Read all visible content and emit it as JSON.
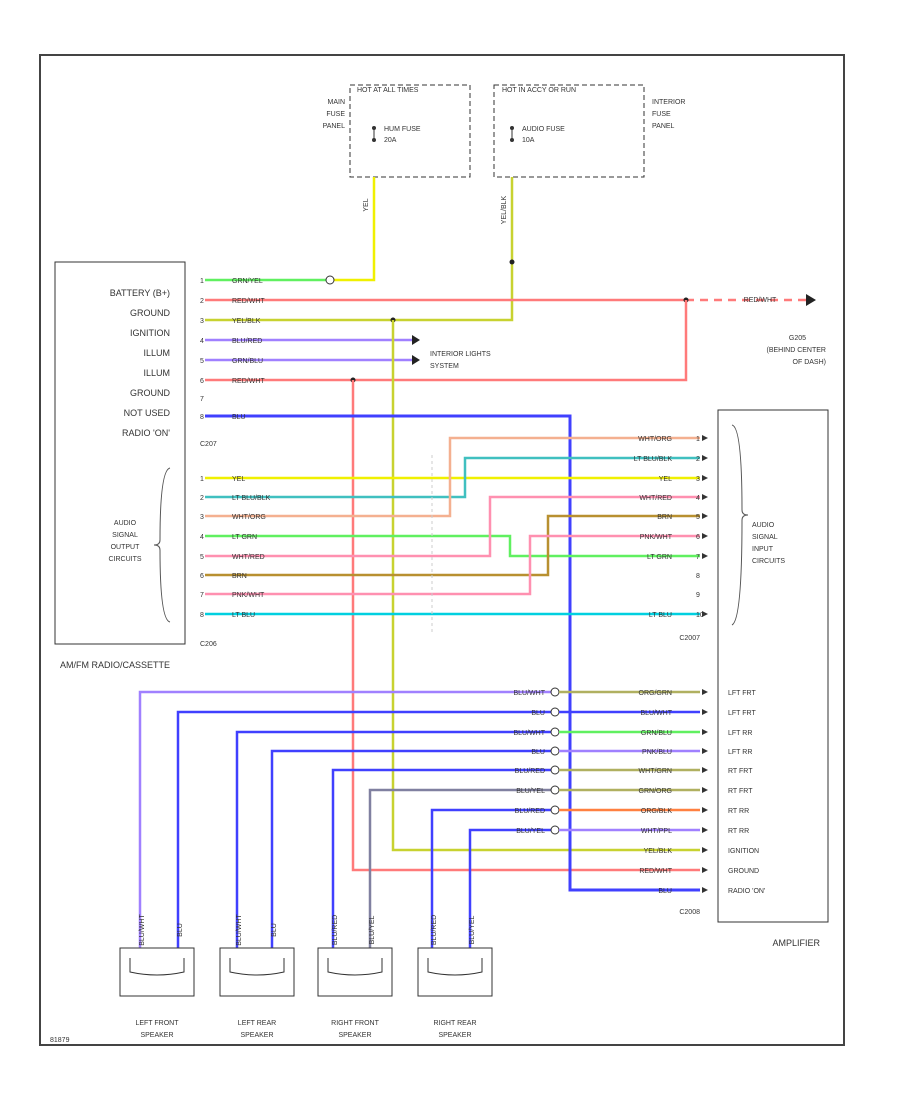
{
  "fuse_panels": [
    {
      "header": "HOT AT ALL TIMES",
      "side_label": [
        "MAIN",
        "FUSE",
        "PANEL"
      ],
      "fuse_name": "HUM FUSE",
      "fuse_rating": "20A",
      "wire": "YEL"
    },
    {
      "header": "HOT IN ACCY OR RUN",
      "side_label": [
        "INTERIOR",
        "FUSE",
        "PANEL"
      ],
      "fuse_name": "AUDIO FUSE",
      "fuse_rating": "10A",
      "wire": "YEL/BLK"
    }
  ],
  "radio": {
    "name": "AM/FM RADIO/CASSETTE",
    "power_labels": [
      "BATTERY (B+)",
      "GROUND",
      "IGNITION",
      "ILLUM",
      "ILLUM",
      "GROUND",
      "NOT USED",
      "RADIO 'ON'"
    ],
    "power_connector": "C207",
    "output_group_label": [
      "AUDIO",
      "SIGNAL",
      "OUTPUT",
      "CIRCUITS"
    ],
    "output_connector": "C206",
    "power_wires": [
      {
        "pin": "1",
        "color": "GRN/YEL"
      },
      {
        "pin": "2",
        "color": "RED/WHT"
      },
      {
        "pin": "3",
        "color": "YEL/BLK"
      },
      {
        "pin": "4",
        "color": "BLU/RED"
      },
      {
        "pin": "5",
        "color": "GRN/BLU"
      },
      {
        "pin": "6",
        "color": "RED/WHT"
      },
      {
        "pin": "7",
        "color": ""
      },
      {
        "pin": "8",
        "color": "BLU"
      }
    ],
    "output_wires": [
      {
        "pin": "1",
        "color": "YEL"
      },
      {
        "pin": "2",
        "color": "LT BLU/BLK"
      },
      {
        "pin": "3",
        "color": "WHT/ORG"
      },
      {
        "pin": "4",
        "color": "LT GRN"
      },
      {
        "pin": "5",
        "color": "WHT/RED"
      },
      {
        "pin": "6",
        "color": "BRN"
      },
      {
        "pin": "7",
        "color": "PNK/WHT"
      },
      {
        "pin": "8",
        "color": "LT BLU"
      }
    ]
  },
  "ground_ref": {
    "id": "G205",
    "location": [
      "(BEHIND CENTER",
      "OF DASH)"
    ],
    "wire": "RED/WHT"
  },
  "interior_lights": [
    "INTERIOR LIGHTS",
    "SYSTEM"
  ],
  "amplifier": {
    "name": "AMPLIFIER",
    "input_group_label": [
      "AUDIO",
      "SIGNAL",
      "INPUT",
      "CIRCUITS"
    ],
    "input_connector": "C2007",
    "input_wires": [
      {
        "pin": "1",
        "color": "WHT/ORG"
      },
      {
        "pin": "2",
        "color": "LT BLU/BLK"
      },
      {
        "pin": "3",
        "color": "YEL"
      },
      {
        "pin": "4",
        "color": "WHT/RED"
      },
      {
        "pin": "5",
        "color": "BRN"
      },
      {
        "pin": "6",
        "color": "PNK/WHT"
      },
      {
        "pin": "7",
        "color": "LT GRN"
      },
      {
        "pin": "8",
        "color": ""
      },
      {
        "pin": "9",
        "color": ""
      },
      {
        "pin": "10",
        "color": "LT BLU"
      }
    ],
    "output_labels": [
      "LFT FRT",
      "LFT FRT",
      "LFT RR",
      "LFT RR",
      "RT FRT",
      "RT FRT",
      "RT RR",
      "RT RR",
      "IGNITION",
      "GROUND",
      "RADIO 'ON'"
    ],
    "output_connector": "C2008",
    "output_wires": [
      {
        "speaker_color": "BLU/WHT",
        "amp_color": "ORG/GRN"
      },
      {
        "speaker_color": "BLU",
        "amp_color": "BLU/WHT"
      },
      {
        "speaker_color": "BLU/WHT",
        "amp_color": "GRN/BLU"
      },
      {
        "speaker_color": "BLU",
        "amp_color": "PNK/BLU"
      },
      {
        "speaker_color": "BLU/RED",
        "amp_color": "WHT/GRN"
      },
      {
        "speaker_color": "BLU/YEL",
        "amp_color": "GRN/ORG"
      },
      {
        "speaker_color": "BLU/RED",
        "amp_color": "ORG/BLK"
      },
      {
        "speaker_color": "BLU/YEL",
        "amp_color": "WHT/PPL"
      },
      {
        "speaker_color": "",
        "amp_color": "YEL/BLK"
      },
      {
        "speaker_color": "",
        "amp_color": "RED/WHT"
      },
      {
        "speaker_color": "",
        "amp_color": "BLU"
      }
    ]
  },
  "speakers": [
    {
      "line1": "LEFT FRONT",
      "line2": "SPEAKER",
      "wire_a": "BLU/WHT",
      "wire_b": "BLU"
    },
    {
      "line1": "LEFT REAR",
      "line2": "SPEAKER",
      "wire_a": "BLU/WHT",
      "wire_b": "BLU"
    },
    {
      "line1": "RIGHT FRONT",
      "line2": "SPEAKER",
      "wire_a": "BLU/RED",
      "wire_b": "BLU/YEL"
    },
    {
      "line1": "RIGHT REAR",
      "line2": "SPEAKER",
      "wire_a": "BLU/RED",
      "wire_b": "BLU/YEL"
    }
  ],
  "diagram_id": "81879",
  "colors": {
    "yellow": "#f0f000",
    "red": "#ff7a7a",
    "yellow_green": "#c8d230",
    "blue": "#4040ff",
    "purple": "#a080ff",
    "cyan": "#00d0e0",
    "light_blue": "#40c0c0",
    "salmon": "#f4b090",
    "green": "#60f060",
    "pink": "#ff90b0",
    "brown": "#b89030",
    "orange": "#ff8040",
    "olive": "#b0b060",
    "slate": "#8080a0"
  }
}
